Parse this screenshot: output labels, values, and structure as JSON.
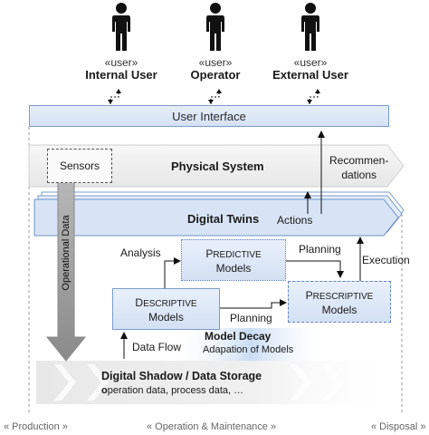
{
  "actors": [
    {
      "stereotype": "«user»",
      "name": "Internal User"
    },
    {
      "stereotype": "«user»",
      "name": "Operator"
    },
    {
      "stereotype": "«user»",
      "name": "External User"
    }
  ],
  "user_interface": "User Interface",
  "physical_system": "Physical System",
  "sensors": "Sensors",
  "recommendations": {
    "line1": "Recommen-",
    "line2": "dations"
  },
  "digital_twins": "Digital Twins",
  "actions": "Actions",
  "operational_data": "Operational Data",
  "analysis": "Analysis",
  "planning_top": "Planning",
  "execution": "Execution",
  "predictive": {
    "first": "P",
    "rest": "REDICTIVE",
    "line2": "Models"
  },
  "descriptive": {
    "first": "D",
    "rest": "ESCRIPTIVE",
    "line2": "Models"
  },
  "prescriptive": {
    "first": "P",
    "rest": "RESCRIPTIVE",
    "line2": "Models"
  },
  "planning_bottom": "Planning",
  "data_flow": "Data Flow",
  "model_decay": "Model Decay",
  "adaptation": "Adapation of Models",
  "digital_shadow": "Digital Shadow / Data Storage",
  "storage_detail": {
    "lead": "o",
    "rest": "peration data, process data, …"
  },
  "lifecycle": {
    "production": "« Production »",
    "operation": "« Operation & Maintenance »",
    "disposal": "« Disposal »"
  }
}
